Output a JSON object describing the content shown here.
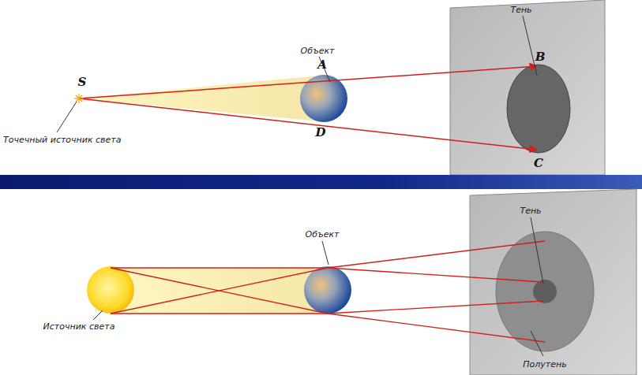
{
  "diagram": {
    "labels": [
      "Объект",
      "Тень",
      "S",
      "A",
      "B",
      "D",
      "C",
      "Точечный источник света",
      "Тень",
      "Объект",
      "Источник света",
      "Полутень"
    ]
  }
}
